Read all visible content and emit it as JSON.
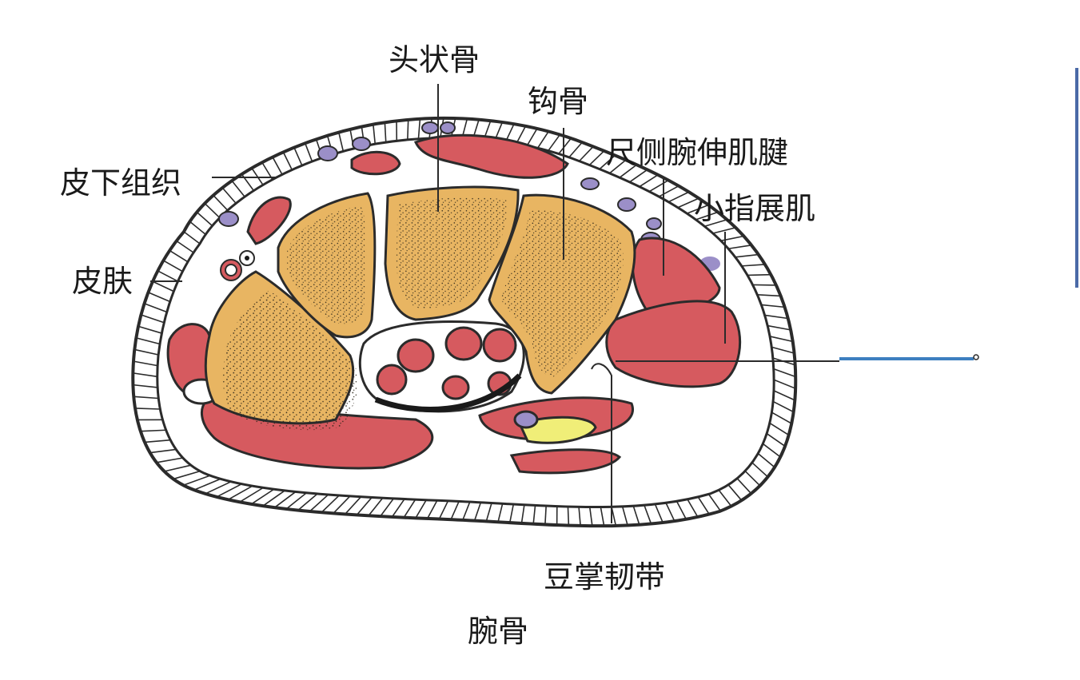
{
  "diagram": {
    "caption": "腕骨",
    "labels": {
      "capitate": "头状骨",
      "hamate": "钩骨",
      "ecu_tendon": "尺侧腕伸肌腱",
      "adm": "小指展肌",
      "subcutaneous": "皮下组织",
      "skin": "皮肤",
      "pisohamate": "豆掌韧带"
    }
  },
  "colors": {
    "bone_fill": "#e8b562",
    "bone_stipple": "#2a2418",
    "muscle": "#d65a5f",
    "vein": "#9b8fc8",
    "nerve": "#f0ee78",
    "outline": "#2b2b2b",
    "pointer": "#3d7fc0",
    "margin_bar": "#4b6aa7"
  }
}
